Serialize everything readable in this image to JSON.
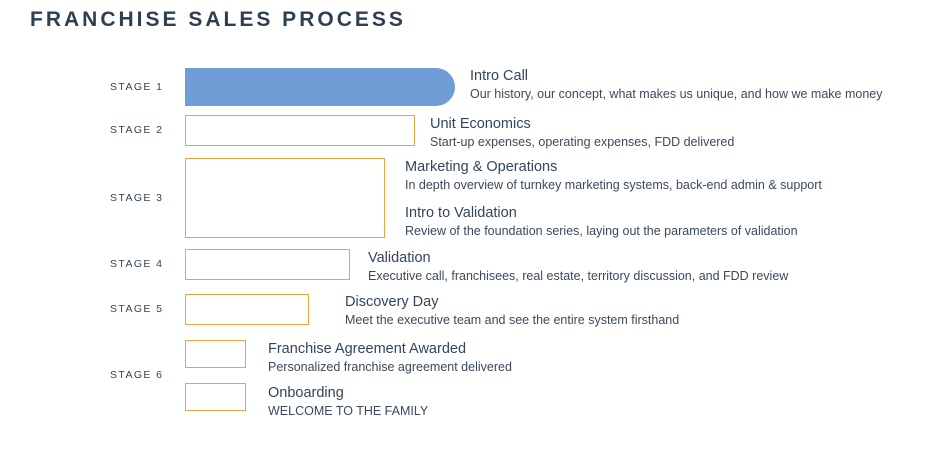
{
  "title": "FRANCHISE SALES PROCESS",
  "colors": {
    "bar_fill_blue": "#6f9ed7",
    "bar_outline_orange": "#efa53e",
    "text_navy": "#33455a"
  },
  "stages": [
    {
      "label": "STAGE 1"
    },
    {
      "label": "STAGE 2"
    },
    {
      "label": "STAGE 3"
    },
    {
      "label": "STAGE 4"
    },
    {
      "label": "STAGE 5"
    },
    {
      "label": "STAGE 6"
    }
  ],
  "steps": [
    {
      "title": "Intro Call",
      "desc": "Our history, our concept, what makes us unique, and how we make money"
    },
    {
      "title": "Unit Economics",
      "desc": "Start-up expenses, operating expenses, FDD delivered"
    },
    {
      "title": "Marketing & Operations",
      "desc": "In depth overview of turnkey marketing systems, back-end admin & support"
    },
    {
      "title": "Intro to Validation",
      "desc": "Review of the foundation series, laying out the parameters of validation"
    },
    {
      "title": "Validation",
      "desc": "Executive call, franchisees, real estate, territory discussion, and FDD review"
    },
    {
      "title": "Discovery Day",
      "desc": "Meet the executive team and see the entire system firsthand"
    },
    {
      "title": "Franchise Agreement Awarded",
      "desc": "Personalized franchise agreement delivered"
    },
    {
      "title": "Onboarding",
      "desc": "WELCOME TO THE FAMILY"
    }
  ]
}
